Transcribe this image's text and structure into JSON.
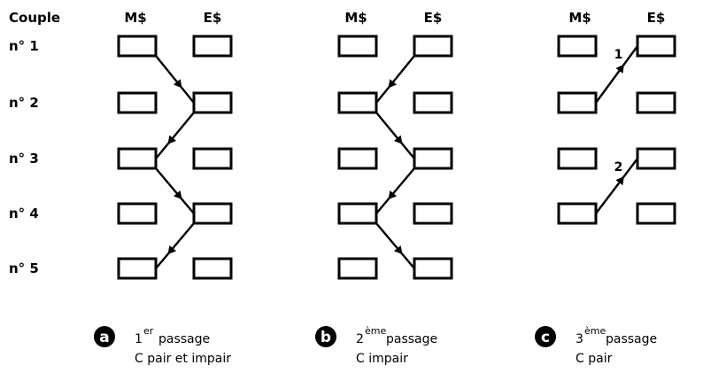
{
  "headers": {
    "couple": "Couple",
    "m_label": "M$",
    "e_label": "E$"
  },
  "rows": [
    {
      "label": "n° 1"
    },
    {
      "label": "n° 2"
    },
    {
      "label": "n° 3"
    },
    {
      "label": "n° 4"
    },
    {
      "label": "n° 5"
    }
  ],
  "panels": [
    {
      "badge": "a",
      "pass_number": "1",
      "pass_suffix": "er",
      "pass_word": "passage",
      "condition": "C pair et impair",
      "rows_shown": [
        0,
        1,
        2,
        3,
        4
      ],
      "links": [
        {
          "from_col": "M",
          "from_row": 0,
          "to_col": "E",
          "to_row": 1
        },
        {
          "from_col": "E",
          "from_row": 1,
          "to_col": "M",
          "to_row": 2
        },
        {
          "from_col": "M",
          "from_row": 2,
          "to_col": "E",
          "to_row": 3
        },
        {
          "from_col": "E",
          "from_row": 3,
          "to_col": "M",
          "to_row": 4
        }
      ]
    },
    {
      "badge": "b",
      "pass_number": "2",
      "pass_suffix": "ème",
      "pass_word": "passage",
      "condition": "C impair",
      "rows_shown": [
        0,
        1,
        2,
        3,
        4
      ],
      "links": [
        {
          "from_col": "E",
          "from_row": 0,
          "to_col": "M",
          "to_row": 1
        },
        {
          "from_col": "M",
          "from_row": 1,
          "to_col": "E",
          "to_row": 2
        },
        {
          "from_col": "E",
          "from_row": 2,
          "to_col": "M",
          "to_row": 3
        },
        {
          "from_col": "M",
          "from_row": 3,
          "to_col": "E",
          "to_row": 4
        }
      ]
    },
    {
      "badge": "c",
      "pass_number": "3",
      "pass_suffix": "ème",
      "pass_word": "passage",
      "condition": "C pair",
      "rows_shown": [
        0,
        1,
        2,
        3
      ],
      "links": [
        {
          "from_col": "M",
          "from_row": 1,
          "to_col": "E",
          "to_row": 0,
          "step": "1"
        },
        {
          "from_col": "M",
          "from_row": 3,
          "to_col": "E",
          "to_row": 2,
          "step": "2"
        }
      ]
    }
  ]
}
